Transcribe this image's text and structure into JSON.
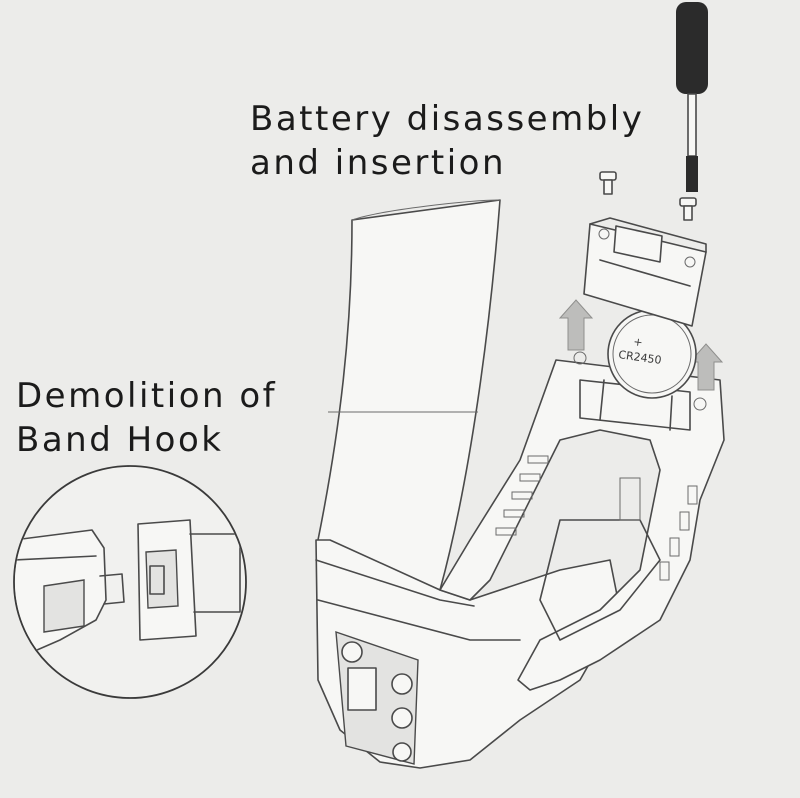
{
  "captions": {
    "battery": [
      "Battery disassembly",
      "and insertion"
    ],
    "hook": [
      "Demolition of",
      "Band Hook"
    ]
  },
  "battery_label": "CR2450",
  "battery_plus": "+",
  "colors": {
    "background": "#ececea",
    "line": "#4a4a4a",
    "arrow": "#bdbdbb",
    "screwdriver_handle": "#2b2b2b"
  },
  "parts": [
    "screwdriver",
    "screw-left",
    "screw-right",
    "battery-cover",
    "coin-battery",
    "band",
    "device-body",
    "up-arrow-left",
    "up-arrow-right",
    "hook-detail-circle"
  ]
}
